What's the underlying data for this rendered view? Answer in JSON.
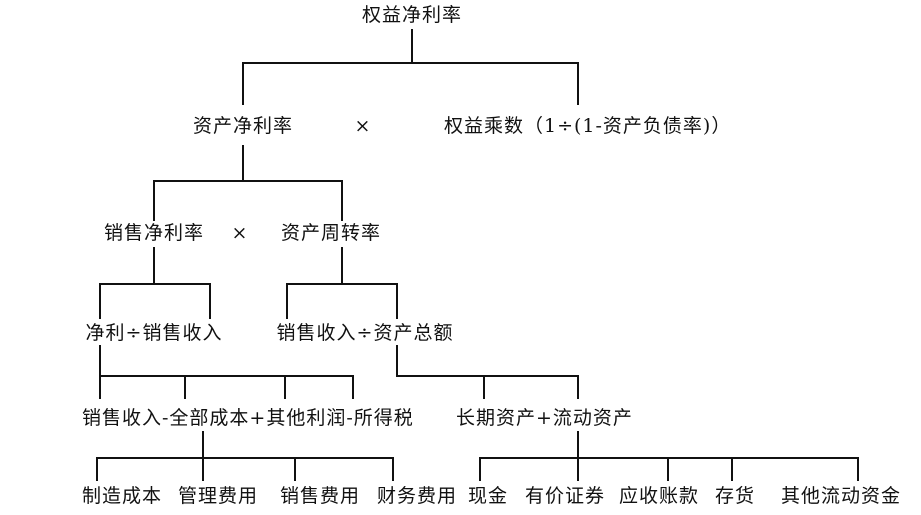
{
  "diagram": {
    "root": "权益净利率",
    "level1": {
      "left": "资产净利率",
      "operator": "×",
      "right": "权益乘数（1÷(1-资产负债率)）"
    },
    "level2": {
      "left": "销售净利率",
      "operator": "×",
      "right": "资产周转率"
    },
    "level3": {
      "left": "净利÷销售收入",
      "right": "销售收入÷资产总额"
    },
    "level4": {
      "left": "销售收入-全部成本+其他利润-所得税",
      "right": "长期资产+流动资产"
    },
    "leaves": {
      "cost_items": [
        "制造成本",
        "管理费用",
        "销售费用",
        "财务费用"
      ],
      "asset_items": [
        "现金",
        "有价证券",
        "应收账款",
        "存货",
        "其他流动资金"
      ]
    }
  }
}
